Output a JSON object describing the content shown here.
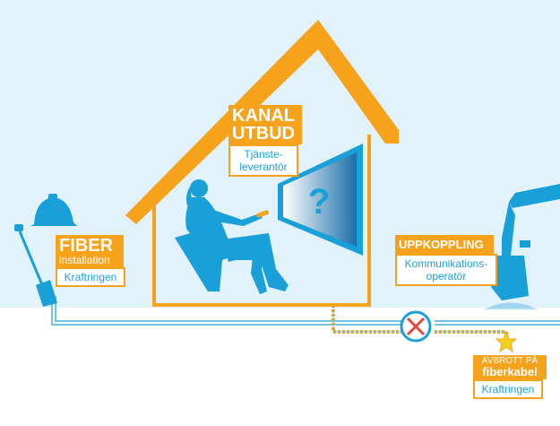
{
  "colors": {
    "sky": "#e1f2fa",
    "ground": "#ffffff",
    "orange": "#f7a21b",
    "blue": "#1aa0d8",
    "blue_light": "#6fc3e8",
    "red": "#e8453c"
  },
  "icons": {
    "helmet": "helmet-icon",
    "shovel": "shovel-icon",
    "excavator": "excavator-icon",
    "person": "person-silhouette",
    "tv": "tv-icon",
    "break": "x-mark-icon",
    "spark": "spark-icon"
  },
  "labels": {
    "kanal": {
      "title_line1": "KANAL",
      "title_line2": "UTBUD",
      "sub_line1": "Tjänste-",
      "sub_line2": "leverantör"
    },
    "fiber": {
      "title": "FIBER",
      "title_sub": "installation",
      "sub": "Kraftringen"
    },
    "uppkoppling": {
      "title": "UPPKOPPLING",
      "sub_line1": "Kommunikations-",
      "sub_line2": "operatör"
    },
    "avbrott": {
      "title_line1": "AVBROTT PÅ",
      "title_line2": "fiberkabel",
      "sub": "Kraftringen"
    }
  },
  "tv": {
    "symbol": "?"
  }
}
